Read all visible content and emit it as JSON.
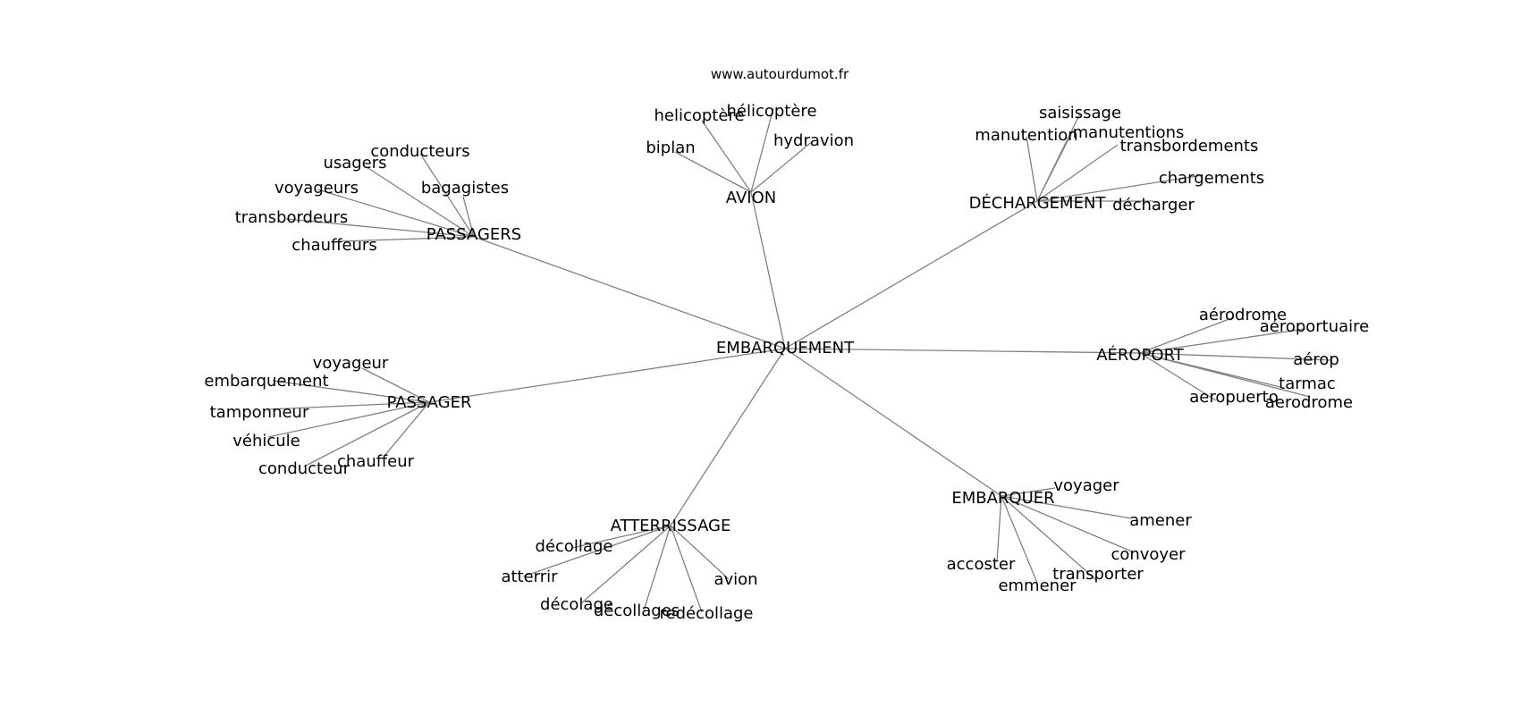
{
  "source": "www.autourdumot.fr",
  "colors": {
    "edge": "#808080",
    "text": "#000000",
    "background": "#ffffff"
  },
  "graph": {
    "center": "EMBARQUEMENT",
    "clusters": [
      {
        "hub": "AVION",
        "leaves": [
          "helicoptère",
          "hélicoptère",
          "hydravion",
          "biplan"
        ]
      },
      {
        "hub": "PASSAGERS",
        "leaves": [
          "conducteurs",
          "usagers",
          "bagagistes",
          "voyageurs",
          "transbordeurs",
          "chauffeurs"
        ]
      },
      {
        "hub": "DÉCHARGEMENT",
        "leaves": [
          "saisissage",
          "manutention",
          "manutentions",
          "transbordements",
          "chargements",
          "décharger"
        ]
      },
      {
        "hub": "AÉROPORT",
        "leaves": [
          "aérodrome",
          "aéroportuaire",
          "aérop",
          "tarmac",
          "aeropuerto",
          "aerodrome"
        ]
      },
      {
        "hub": "PASSAGER",
        "leaves": [
          "voyageur",
          "embarquement",
          "tamponneur",
          "véhicule",
          "chauffeur",
          "conducteur"
        ]
      },
      {
        "hub": "ATTERRISSAGE",
        "leaves": [
          "décollage",
          "atterrir",
          "décolage",
          "décollages",
          "redécollage",
          "avion"
        ]
      },
      {
        "hub": "EMBARQUER",
        "leaves": [
          "voyager",
          "amener",
          "convoyer",
          "transporter",
          "accoster",
          "emmener"
        ]
      }
    ]
  }
}
